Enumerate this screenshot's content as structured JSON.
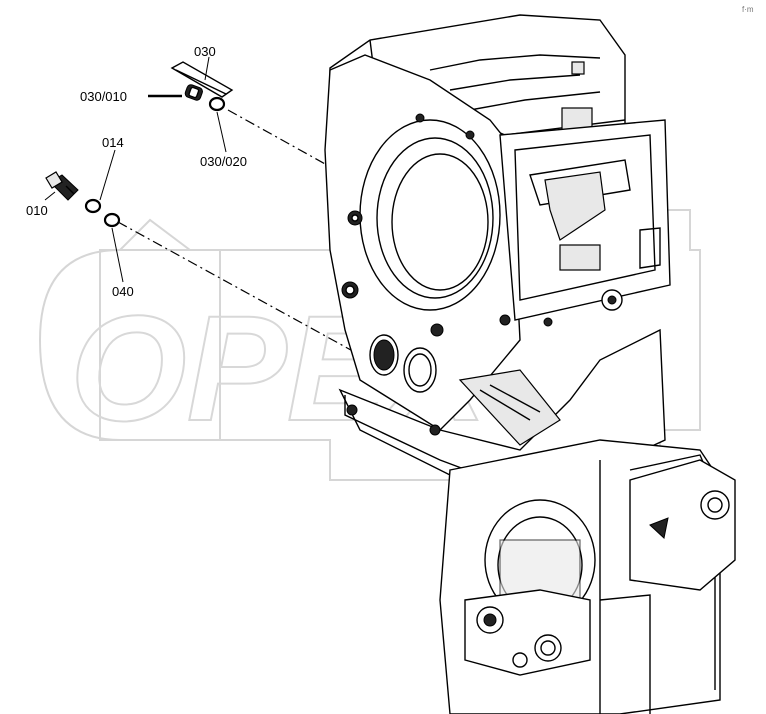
{
  "watermark": "OPEX",
  "corner_mark": "f·m",
  "labels": {
    "part_030": "030",
    "part_030_010": "030/010",
    "part_030_020": "030/020",
    "part_014": "014",
    "part_010": "010",
    "part_040": "040"
  }
}
